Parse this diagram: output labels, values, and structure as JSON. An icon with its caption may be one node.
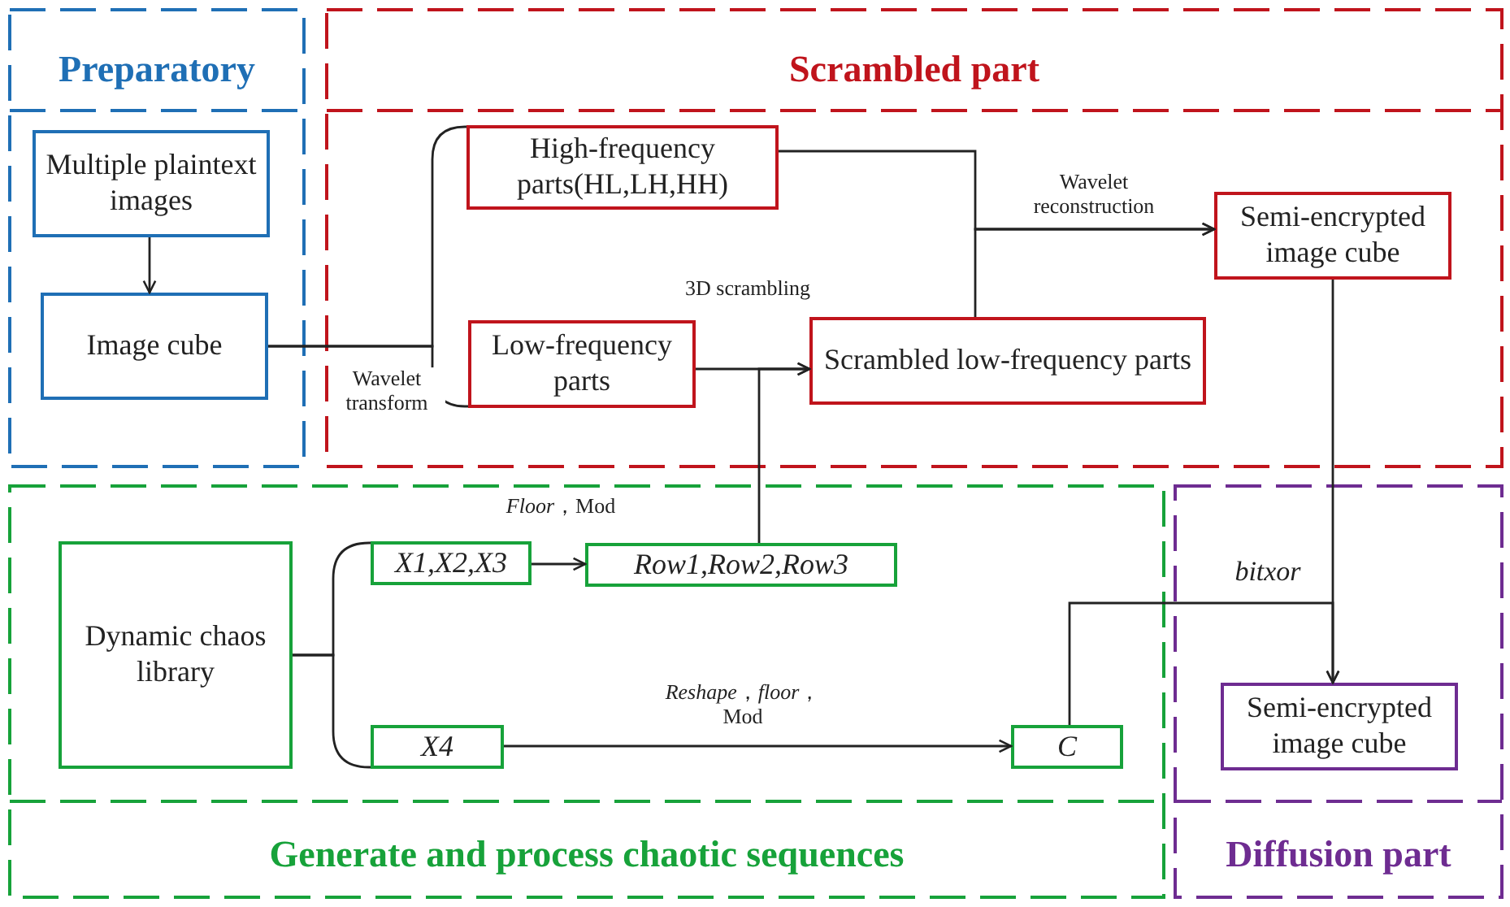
{
  "diagram": {
    "nodes": [
      {
        "text": [
          "Preparatory"
        ]
      },
      {
        "text": [
          "Multiple plaintext images"
        ],
        "in": 0
      },
      {
        "text": [
          "Image cube"
        ],
        "in": 0
      },
      {
        "text": [
          "Scrambled part"
        ]
      },
      {
        "text": [
          "High-frequency parts(HL,LH,HH)"
        ],
        "in": 3
      },
      {
        "text": [
          "Low-frequency parts"
        ],
        "in": 3
      },
      {
        "text": [
          "Scrambled low-frequency parts"
        ],
        "in": 3
      },
      {
        "text": [
          "Semi-encrypted image cube"
        ],
        "in": 3
      },
      {
        "text": [
          "Generate and process chaotic sequences"
        ]
      },
      {
        "text": [
          "Dynamic chaos library"
        ],
        "in": 8
      },
      {
        "text": [
          "X1,X2,X3"
        ],
        "in": 8
      },
      {
        "text": [
          "Row1,Row2,Row3"
        ],
        "in": 8
      },
      {
        "text": [
          "X4"
        ],
        "in": 8
      },
      {
        "text": [
          "C"
        ],
        "in": 8
      },
      {
        "text": [
          "Diffusion part"
        ]
      },
      {
        "text": [
          "Semi-encrypted image cube"
        ],
        "in": 14
      }
    ],
    "edges": [
      {
        "from": 1,
        "to": 2,
        "arrow": "to"
      },
      {
        "from": 2,
        "to": 4,
        "arrow": "none"
      },
      {
        "from": 2,
        "to": 5,
        "arrow": "none"
      },
      {
        "from": 5,
        "to": 6,
        "arrow": "to",
        "label": "3D scrambling"
      },
      {
        "from": 11,
        "to": 6,
        "arrow": "to"
      },
      {
        "from": 4,
        "to": 7,
        "arrow": "to",
        "label": "Wavelet reconstruction"
      },
      {
        "from": 6,
        "to": 7,
        "arrow": "to"
      },
      {
        "from": 9,
        "to": 10,
        "arrow": "none"
      },
      {
        "from": 9,
        "to": 12,
        "arrow": "none"
      },
      {
        "from": 10,
        "to": 11,
        "arrow": "to",
        "label": "*Floor*，Mod"
      },
      {
        "from": 12,
        "to": 13,
        "arrow": "to",
        "label": "*Reshape*，*floor*，Mod"
      },
      {
        "from": 7,
        "to": 15,
        "arrow": "to"
      },
      {
        "from": 13,
        "to": 15,
        "arrow": "to"
      }
    ],
    "labels": [
      "Wavelet transform",
      "bitxor"
    ]
  }
}
